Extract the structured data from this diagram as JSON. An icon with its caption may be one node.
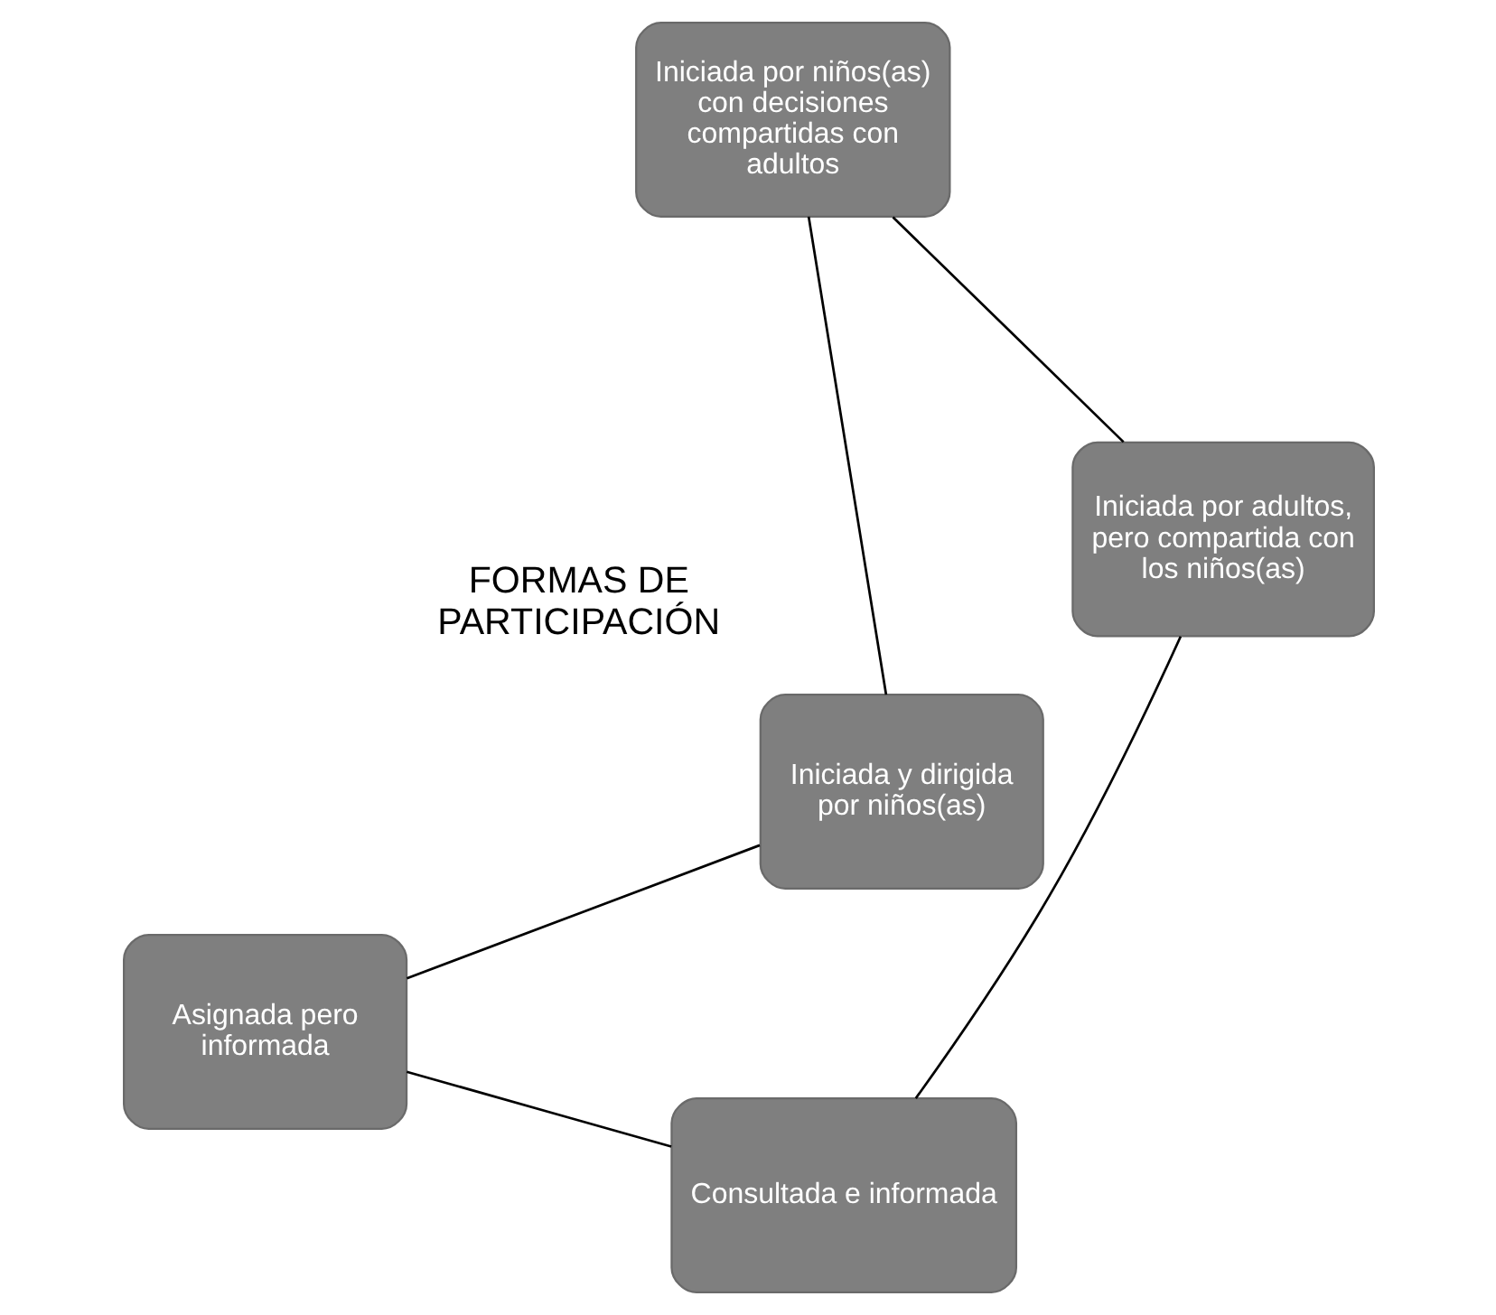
{
  "diagram": {
    "nodes": [
      {
        "text": [
          "Asignada pero informada"
        ]
      },
      {
        "text": [
          "Iniciada y dirigida por niños(as)"
        ]
      },
      {
        "text": [
          "Consultada e informada"
        ]
      },
      {
        "text": [
          "Iniciada por niños(as) con decisiones compartidas con adultos"
        ]
      },
      {
        "text": [
          "Iniciada por adultos, pero compartida con los niños(as)"
        ]
      }
    ],
    "edges": [
      {
        "from": 0,
        "to": 2,
        "arrow": "none"
      },
      {
        "from": 2,
        "to": 4,
        "arrow": "none"
      },
      {
        "from": 4,
        "to": 3,
        "arrow": "none"
      },
      {
        "from": 3,
        "to": 1,
        "arrow": "none"
      },
      {
        "from": 1,
        "to": 0,
        "arrow": "none"
      }
    ],
    "labels": [
      "FORMAS DE PARTICIPACIÓN"
    ]
  }
}
